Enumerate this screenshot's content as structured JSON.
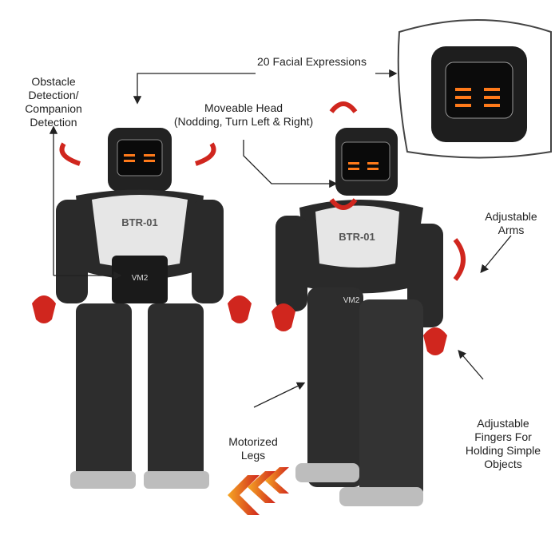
{
  "labels": {
    "facial": "20 Facial Expressions",
    "obstacle": [
      "Obstacle",
      "Detection/",
      "Companion",
      "Detection"
    ],
    "head": [
      "Moveable Head",
      "(Nodding, Turn Left & Right)"
    ],
    "arms": [
      "Adjustable",
      "Arms"
    ],
    "fingers": [
      "Adjustable",
      "Fingers For",
      "Holding Simple",
      "Objects"
    ],
    "legs": [
      "Motorized",
      "Legs"
    ]
  },
  "robot": {
    "model": "BTR-01",
    "badge": "VM2"
  },
  "colors": {
    "accent": "#d0261e",
    "body": "#2a2a2a",
    "chest": "#e6e6e6",
    "eyes": "#ff7a1a",
    "arrow_orange": "#f07a1a"
  }
}
